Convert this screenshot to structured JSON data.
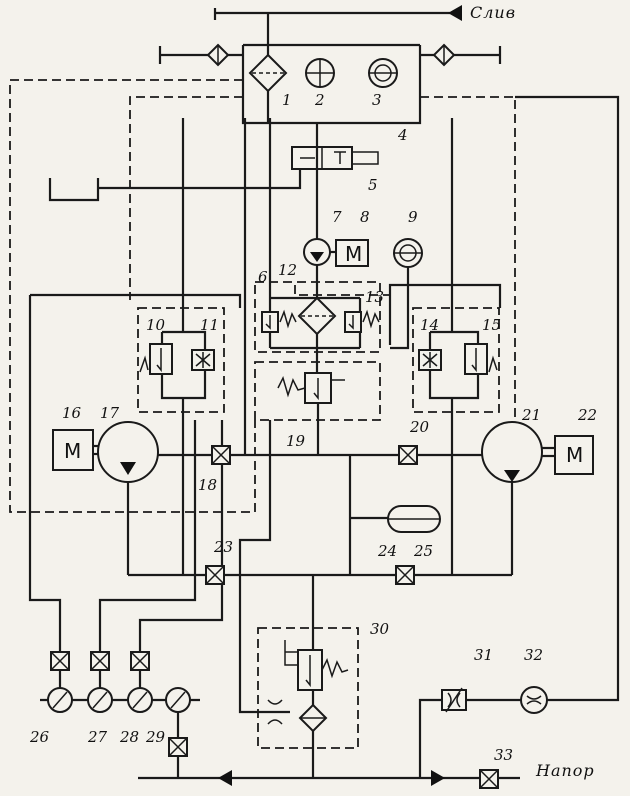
{
  "labels": {
    "drain": "Слив",
    "pressure": "Напор",
    "motor_letter": "M"
  },
  "numbers": [
    "1",
    "2",
    "3",
    "4",
    "5",
    "6",
    "7",
    "8",
    "9",
    "10",
    "11",
    "12",
    "13",
    "14",
    "15",
    "16",
    "17",
    "18",
    "19",
    "20",
    "21",
    "22",
    "23",
    "24",
    "25",
    "26",
    "27",
    "28",
    "29",
    "30",
    "31",
    "32",
    "33"
  ]
}
